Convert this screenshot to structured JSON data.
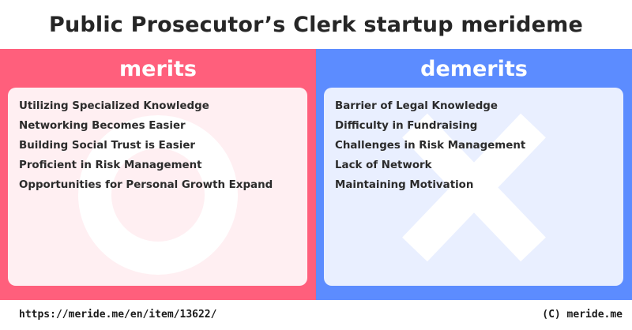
{
  "title": "Public Prosecutor’s Clerk startup merideme",
  "merits": {
    "heading": "merits",
    "items": [
      "Utilizing Specialized Knowledge",
      "Networking Becomes Easier",
      "Building Social Trust is Easier",
      "Proficient in Risk Management",
      "Opportunities for Personal Growth Expand"
    ]
  },
  "demerits": {
    "heading": "demerits",
    "items": [
      "Barrier of Legal Knowledge",
      "Difficulty in Fundraising",
      "Challenges in Risk Management",
      "Lack of Network",
      "Maintaining Motivation"
    ]
  },
  "footer": {
    "url": "https://meride.me/en/item/13622/",
    "copyright": "(C) meride.me"
  },
  "colors": {
    "merits_panel": "#ff5f7c",
    "demerits_panel": "#5c8cff",
    "merits_card": "#ffeff2",
    "demerits_card": "#e9efff"
  },
  "icons": {
    "merits": "circle-icon",
    "demerits": "cross-icon"
  }
}
